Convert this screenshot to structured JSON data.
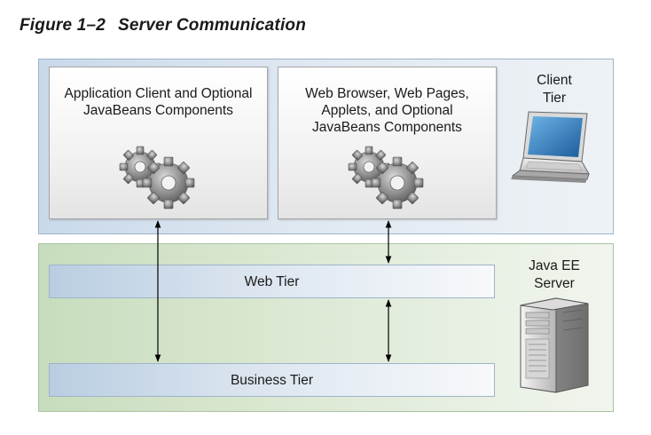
{
  "figure": {
    "number": "Figure 1–2",
    "title": "Server Communication"
  },
  "client_tier": {
    "label_line1": "Client",
    "label_line2": "Tier",
    "components": [
      {
        "lines": [
          "Application Client and Optional",
          "JavaBeans Components"
        ]
      },
      {
        "lines": [
          "Web Browser, Web Pages,",
          "Applets, and Optional",
          "JavaBeans Components"
        ]
      }
    ]
  },
  "server_tier": {
    "label_line1": "Java EE",
    "label_line2": "Server",
    "web_tier": "Web Tier",
    "business_tier": "Business Tier"
  },
  "colors": {
    "client_tier_fill": "#dfe8f1",
    "server_tier_fill": "#dce9d4",
    "gear": "#8a8a8a",
    "arrow": "#000000"
  },
  "icons": [
    "gears-icon",
    "laptop-icon",
    "server-tower-icon",
    "double-arrow-icon"
  ]
}
